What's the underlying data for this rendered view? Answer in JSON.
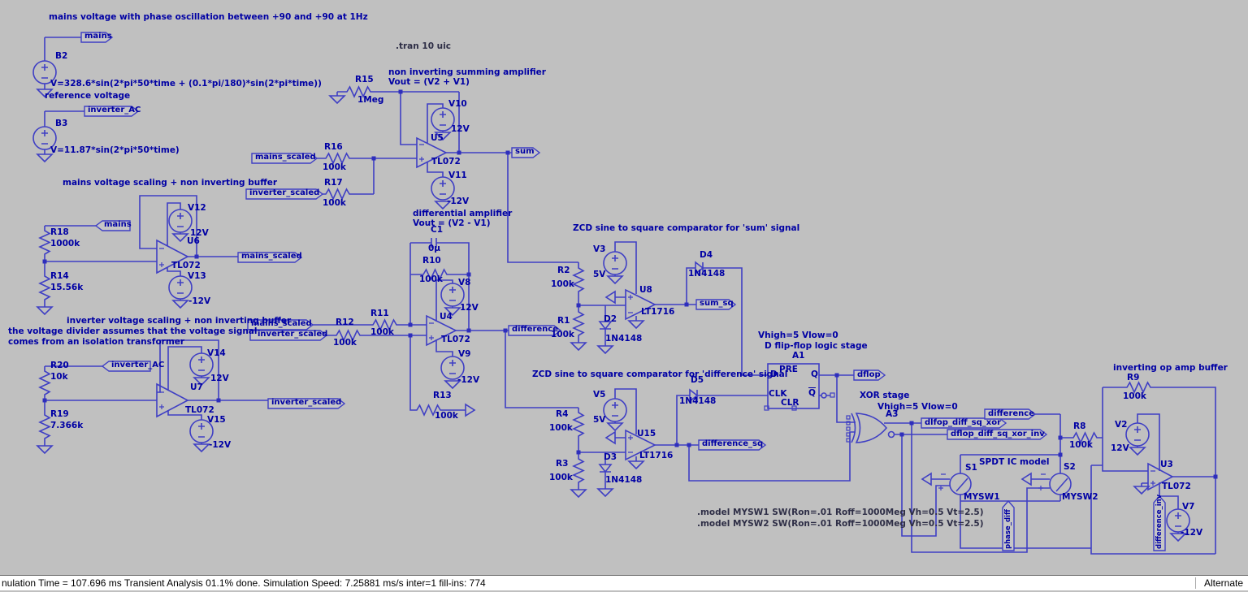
{
  "status": {
    "left": "nulation Time = 107.696 ms  Transient Analysis 01.1% done. Simulation Speed: 7.25881 ms/s inter=1 fill-ins: 774",
    "right": "Alternate"
  },
  "comments": {
    "mains_osc": "mains voltage with phase oscillation between +90 and +90 at 1Hz",
    "reference": "reference voltage",
    "mains_scaling": "mains voltage scaling + non inverting buffer",
    "inverter_scaling": "inverter voltage scaling + non inverting buffer",
    "divider1": "the voltage divider assumes that the voltage signal",
    "divider2": "comes from an isolation transformer",
    "summing1": "non inverting summing amplifier",
    "summing2": "Vout  = (V2 + V1)",
    "diff1": "differential amplifier",
    "diff2": "Vout  = (V2 - V1)",
    "zcd_sum": "ZCD sine to square comparator for 'sum' signal",
    "zcd_diff": "ZCD sine to square comparator for 'difference' signal",
    "ff_levels": "Vhigh=5 Vlow=0",
    "ff_stage": "D flip-flop logic stage",
    "xor_stage": "XOR stage",
    "xor_levels": "Vhigh=5 Vlow=0",
    "spdt": "SPDT IC model",
    "inv_buffer": "inverting op amp buffer"
  },
  "directives": {
    "tran": ".tran 10 uic",
    "model1": ".model MYSW1 SW(Ron=.01 Roff=1000Meg Vh=0.5 Vt=2.5)",
    "model2": ".model MYSW2 SW(Ron=.01 Roff=1000Meg Vh=0.5 Vt=2.5)"
  },
  "nets": {
    "mains": "mains",
    "inverter_ac": "inverter_AC",
    "mains_scaled": "mains_scaled",
    "inverter_scaled": "inverter_scaled",
    "sum": "sum",
    "difference": "difference",
    "sum_sq": "sum_sq",
    "difference_sq": "difference_sq",
    "dflop": "dflop",
    "xor_out": "dlfop_diff_sq_xor",
    "xor_out_inv": "dflop_diff_sq_xor_inv",
    "phase_diff": "phase_diff",
    "difference_inv": "difference_inv"
  },
  "parts": {
    "B2": {
      "ref": "B2",
      "value": "V=328.6*sin(2*pi*50*time + (0.1*pi/180)*sin(2*pi*time))"
    },
    "B3": {
      "ref": "B3",
      "value": "V=11.87*sin(2*pi*50*time)"
    },
    "R18": {
      "ref": "R18",
      "value": "1000k"
    },
    "R14": {
      "ref": "R14",
      "value": "15.56k"
    },
    "U6": {
      "ref": "U6",
      "value": "TL072"
    },
    "V12": {
      "ref": "V12",
      "value": "12V"
    },
    "V13": {
      "ref": "V13",
      "value": "-12V"
    },
    "R20": {
      "ref": "R20",
      "value": "10k"
    },
    "R19": {
      "ref": "R19",
      "value": "7.366k"
    },
    "U7": {
      "ref": "U7",
      "value": "TL072"
    },
    "V14": {
      "ref": "V14",
      "value": "12V"
    },
    "V15": {
      "ref": "V15",
      "value": "-12V"
    },
    "R15": {
      "ref": "R15",
      "value": "1Meg"
    },
    "R16": {
      "ref": "R16",
      "value": "100k"
    },
    "R17": {
      "ref": "R17",
      "value": "100k"
    },
    "U5": {
      "ref": "U5",
      "value": "TL072"
    },
    "V10": {
      "ref": "V10",
      "value": "12V"
    },
    "V11": {
      "ref": "V11",
      "value": "-12V"
    },
    "C1": {
      "ref": "C1",
      "value": "0µ"
    },
    "R10": {
      "ref": "R10",
      "value": "100k"
    },
    "R11": {
      "ref": "R11",
      "value": "100k"
    },
    "R12": {
      "ref": "R12",
      "value": "100k"
    },
    "R13": {
      "ref": "R13",
      "value": "100k"
    },
    "U4": {
      "ref": "U4",
      "value": "TL072"
    },
    "V8": {
      "ref": "V8",
      "value": "12V"
    },
    "V9": {
      "ref": "V9",
      "value": "-12V"
    },
    "R2": {
      "ref": "R2",
      "value": "100k"
    },
    "R1": {
      "ref": "R1",
      "value": "100k"
    },
    "V3": {
      "ref": "V3",
      "value": "5V"
    },
    "D2": {
      "ref": "D2",
      "value": "1N4148"
    },
    "U8": {
      "ref": "U8",
      "value": "LT1716"
    },
    "D4": {
      "ref": "D4",
      "value": "1N4148"
    },
    "R4": {
      "ref": "R4",
      "value": "100k"
    },
    "R3": {
      "ref": "R3",
      "value": "100k"
    },
    "V5": {
      "ref": "V5",
      "value": "5V"
    },
    "D3": {
      "ref": "D3",
      "value": "1N4148"
    },
    "U15": {
      "ref": "U15",
      "value": "LT1716"
    },
    "D5": {
      "ref": "D5",
      "value": "1N4148"
    },
    "A1": {
      "ref": "A1",
      "value": ""
    },
    "A3": {
      "ref": "A3",
      "value": ""
    },
    "S1": {
      "ref": "S1",
      "value": "MYSW1"
    },
    "S2": {
      "ref": "S2",
      "value": "MYSW2"
    },
    "R8": {
      "ref": "R8",
      "value": "100k"
    },
    "R9": {
      "ref": "R9",
      "value": "100k"
    },
    "V2": {
      "ref": "V2",
      "value": "12V"
    },
    "U3": {
      "ref": "U3",
      "value": "TL072"
    },
    "V7": {
      "ref": "V7",
      "value": "-12V"
    }
  },
  "flipflop_pins": {
    "pre": "PRE",
    "d": "D",
    "clk": "CLK",
    "clr": "CLR",
    "q": "Q",
    "qbar": "Q"
  },
  "colors": {
    "canvas": "#c0c0c0",
    "wire": "#3f3fc4",
    "text": "#0000a4",
    "status_bg": "#ffffff"
  }
}
